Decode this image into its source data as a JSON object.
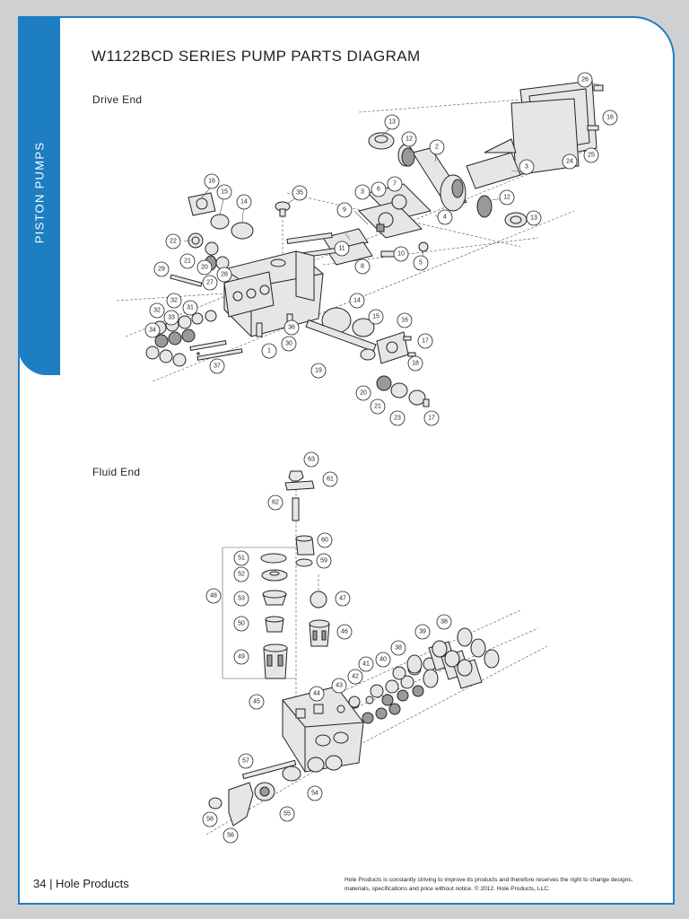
{
  "sidebar": {
    "tab_label": "PISTON PUMPS",
    "accent_color": "#1d7ec2"
  },
  "title": "W1122BCD SERIES PUMP PARTS DIAGRAM",
  "sections": {
    "drive_end": "Drive End",
    "fluid_end": "Fluid End"
  },
  "drive_end_callouts": [
    "26",
    "16",
    "13",
    "12",
    "2",
    "25",
    "3",
    "24",
    "7",
    "6",
    "3",
    "12",
    "4",
    "13",
    "35",
    "16",
    "15",
    "14",
    "9",
    "22",
    "11",
    "8",
    "10",
    "5",
    "21",
    "20",
    "28",
    "29",
    "27",
    "32",
    "31",
    "14",
    "32",
    "33",
    "15",
    "16",
    "34",
    "30",
    "36",
    "1",
    "17",
    "18",
    "37",
    "19",
    "20",
    "21",
    "23",
    "17"
  ],
  "fluid_end_callouts": [
    "63",
    "61",
    "62",
    "60",
    "51",
    "59",
    "52",
    "48",
    "47",
    "53",
    "50",
    "46",
    "49",
    "38",
    "39",
    "40",
    "38",
    "41",
    "42",
    "43",
    "44",
    "45",
    "57",
    "54",
    "55",
    "58",
    "56"
  ],
  "footer": {
    "page_ref": "34 | Hole Products",
    "disclaimer": "Hole Products is constantly striving to improve its products and therefore reserves the right to change designs, materials, specifications and price without notice. © 2012. Hole Products, LLC."
  }
}
